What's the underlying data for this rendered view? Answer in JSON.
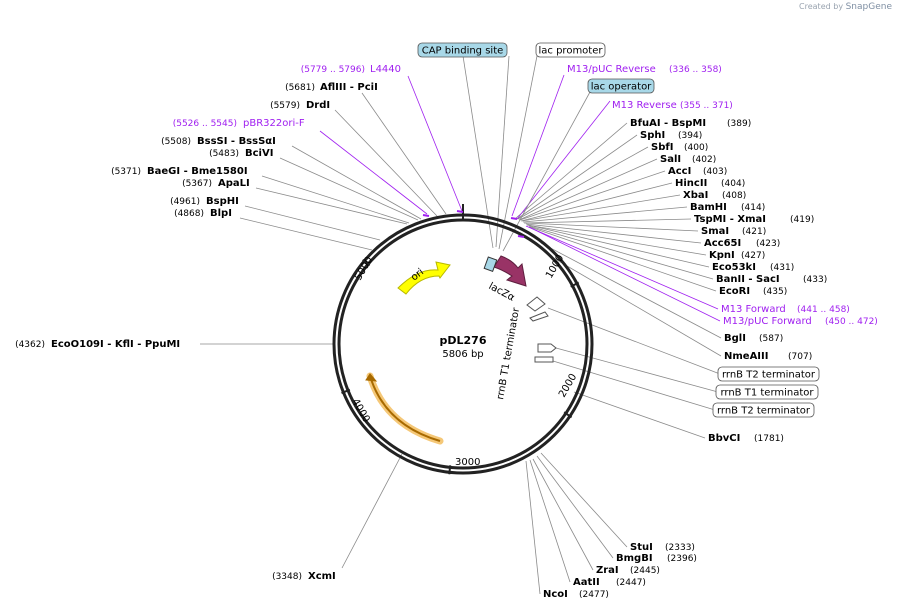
{
  "credit": {
    "prefix": "Created by",
    "brand": "SnapGene"
  },
  "plasmid": {
    "name": "pDL276",
    "length_label": "5806 bp",
    "length": 5806
  },
  "ticks": [
    "1000",
    "2000",
    "3000",
    "4000",
    "5000"
  ],
  "features": [
    {
      "label": "ori",
      "fill": "#ffff00",
      "stroke": "#b8b800"
    },
    {
      "label": "lacZα",
      "fill": "#993366",
      "stroke": "#5e1f3f"
    },
    {
      "label": "rrnB T1 terminator",
      "fill": "#ffffff",
      "stroke": "#555555"
    },
    {
      "label": "",
      "fill": "#ffffff",
      "stroke": "#555555"
    },
    {
      "label": "",
      "fill": "#f0a000",
      "stroke": "#a36b00"
    }
  ],
  "boxed_labels": [
    {
      "text": "CAP binding site",
      "fill": "#a8d8e8"
    },
    {
      "text": "lac promoter",
      "fill": "#ffffff"
    },
    {
      "text": "lac operator",
      "fill": "#a8d8e8"
    },
    {
      "text": "rrnB T2 terminator",
      "fill": "#ffffff"
    },
    {
      "text": "rrnB T1 terminator",
      "fill": "#ffffff"
    },
    {
      "text": "rrnB T2 terminator",
      "fill": "#ffffff"
    }
  ],
  "sites": [
    {
      "names": "AflIII - PciI",
      "pos": "(5681)"
    },
    {
      "names": "DrdI",
      "pos": "(5579)"
    },
    {
      "names": "BssSI - BssSαI",
      "pos": "(5508)"
    },
    {
      "names": "BciVI",
      "pos": "(5483)"
    },
    {
      "names": "BaeGI - Bme1580I",
      "pos": "(5371)"
    },
    {
      "names": "ApaLI",
      "pos": "(5367)"
    },
    {
      "names": "BspHI",
      "pos": "(4961)"
    },
    {
      "names": "BlpI",
      "pos": "(4868)"
    },
    {
      "names": "EcoO109I - KflI - PpuMI",
      "pos": "(4362)"
    },
    {
      "names": "XcmI",
      "pos": "(3348)"
    },
    {
      "names": "BfuAI - BspMI",
      "pos": "(389)"
    },
    {
      "names": "SphI",
      "pos": "(394)"
    },
    {
      "names": "SbfI",
      "pos": "(400)"
    },
    {
      "names": "SalI",
      "pos": "(402)"
    },
    {
      "names": "AccI",
      "pos": "(403)"
    },
    {
      "names": "HincII",
      "pos": "(404)"
    },
    {
      "names": "XbaI",
      "pos": "(408)"
    },
    {
      "names": "BamHI",
      "pos": "(414)"
    },
    {
      "names": "TspMI - XmaI",
      "pos": "(419)"
    },
    {
      "names": "SmaI",
      "pos": "(421)"
    },
    {
      "names": "Acc65I",
      "pos": "(423)"
    },
    {
      "names": "KpnI",
      "pos": "(427)"
    },
    {
      "names": "Eco53kI",
      "pos": "(431)"
    },
    {
      "names": "BanII - SacI",
      "pos": "(433)"
    },
    {
      "names": "EcoRI",
      "pos": "(435)"
    },
    {
      "names": "BglI",
      "pos": "(587)"
    },
    {
      "names": "NmeAIII",
      "pos": "(707)"
    },
    {
      "names": "BbvCI",
      "pos": "(1781)"
    },
    {
      "names": "StuI",
      "pos": "(2333)"
    },
    {
      "names": "BmgBI",
      "pos": "(2396)"
    },
    {
      "names": "ZraI",
      "pos": "(2445)"
    },
    {
      "names": "AatII",
      "pos": "(2447)"
    },
    {
      "names": "NcoI",
      "pos": "(2477)"
    }
  ],
  "primers": [
    {
      "name": "L4440",
      "pos": "(5779 .. 5796)"
    },
    {
      "name": "pBR322ori-F",
      "pos": "(5526 .. 5545)"
    },
    {
      "name": "M13/pUC Reverse",
      "pos": "(336 .. 358)"
    },
    {
      "name": "M13 Reverse",
      "pos": "(355 .. 371)"
    },
    {
      "name": "M13 Forward",
      "pos": "(441 .. 458)"
    },
    {
      "name": "M13/pUC Forward",
      "pos": "(450 .. 472)"
    }
  ]
}
